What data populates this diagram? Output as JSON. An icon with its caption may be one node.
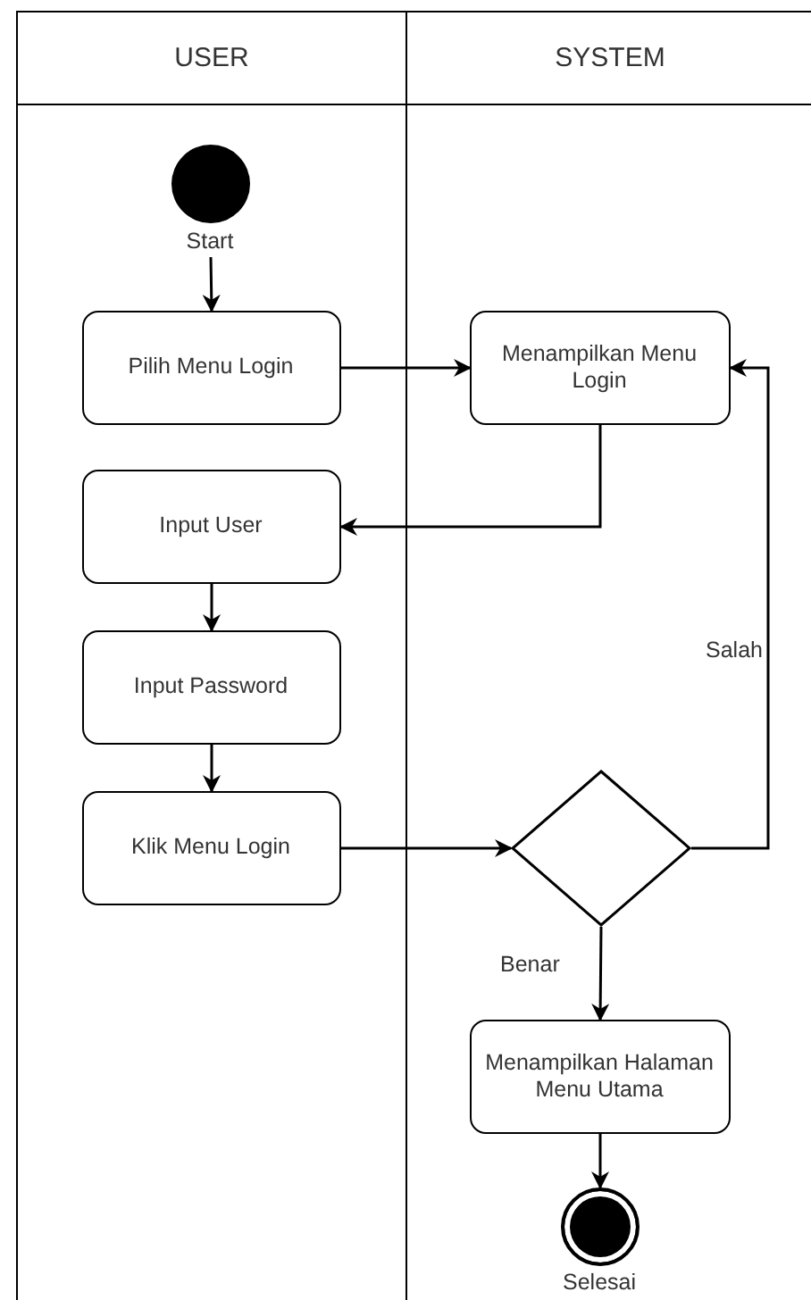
{
  "diagram": {
    "nodes": [
      {
        "text": [
          "USER"
        ]
      },
      {
        "text": [
          "SYSTEM"
        ]
      },
      {
        "text": [],
        "shape": "circle",
        "in": 0,
        "beside": [
          "Start"
        ]
      },
      {
        "text": [
          "Pilih Menu Login"
        ],
        "in": 0
      },
      {
        "text": [
          "Menampilkan Menu Login"
        ],
        "in": 1
      },
      {
        "text": [
          "Input User"
        ],
        "in": 0
      },
      {
        "text": [
          "Input Password"
        ],
        "in": 0
      },
      {
        "text": [
          "Klik Menu Login"
        ],
        "in": 0
      },
      {
        "text": [],
        "shape": "diamond",
        "in": 1
      },
      {
        "text": [
          "Menampilkan Halaman Menu Utama"
        ],
        "in": 1
      },
      {
        "text": [],
        "shape": "circle",
        "in": 1,
        "beside": [
          "Selesai"
        ]
      }
    ],
    "edges": [
      {
        "from": 2,
        "to": 3,
        "arrow": "to"
      },
      {
        "from": 3,
        "to": 4,
        "arrow": "to"
      },
      {
        "from": 4,
        "to": 5,
        "arrow": "to"
      },
      {
        "from": 5,
        "to": 6,
        "arrow": "to"
      },
      {
        "from": 6,
        "to": 7,
        "arrow": "to"
      },
      {
        "from": 7,
        "to": 8,
        "arrow": "to"
      },
      {
        "from": 8,
        "to": 4,
        "arrow": "to",
        "label": "Salah"
      },
      {
        "from": 8,
        "to": 9,
        "arrow": "to",
        "label": "Benar"
      },
      {
        "from": 9,
        "to": 10,
        "arrow": "to"
      }
    ]
  }
}
